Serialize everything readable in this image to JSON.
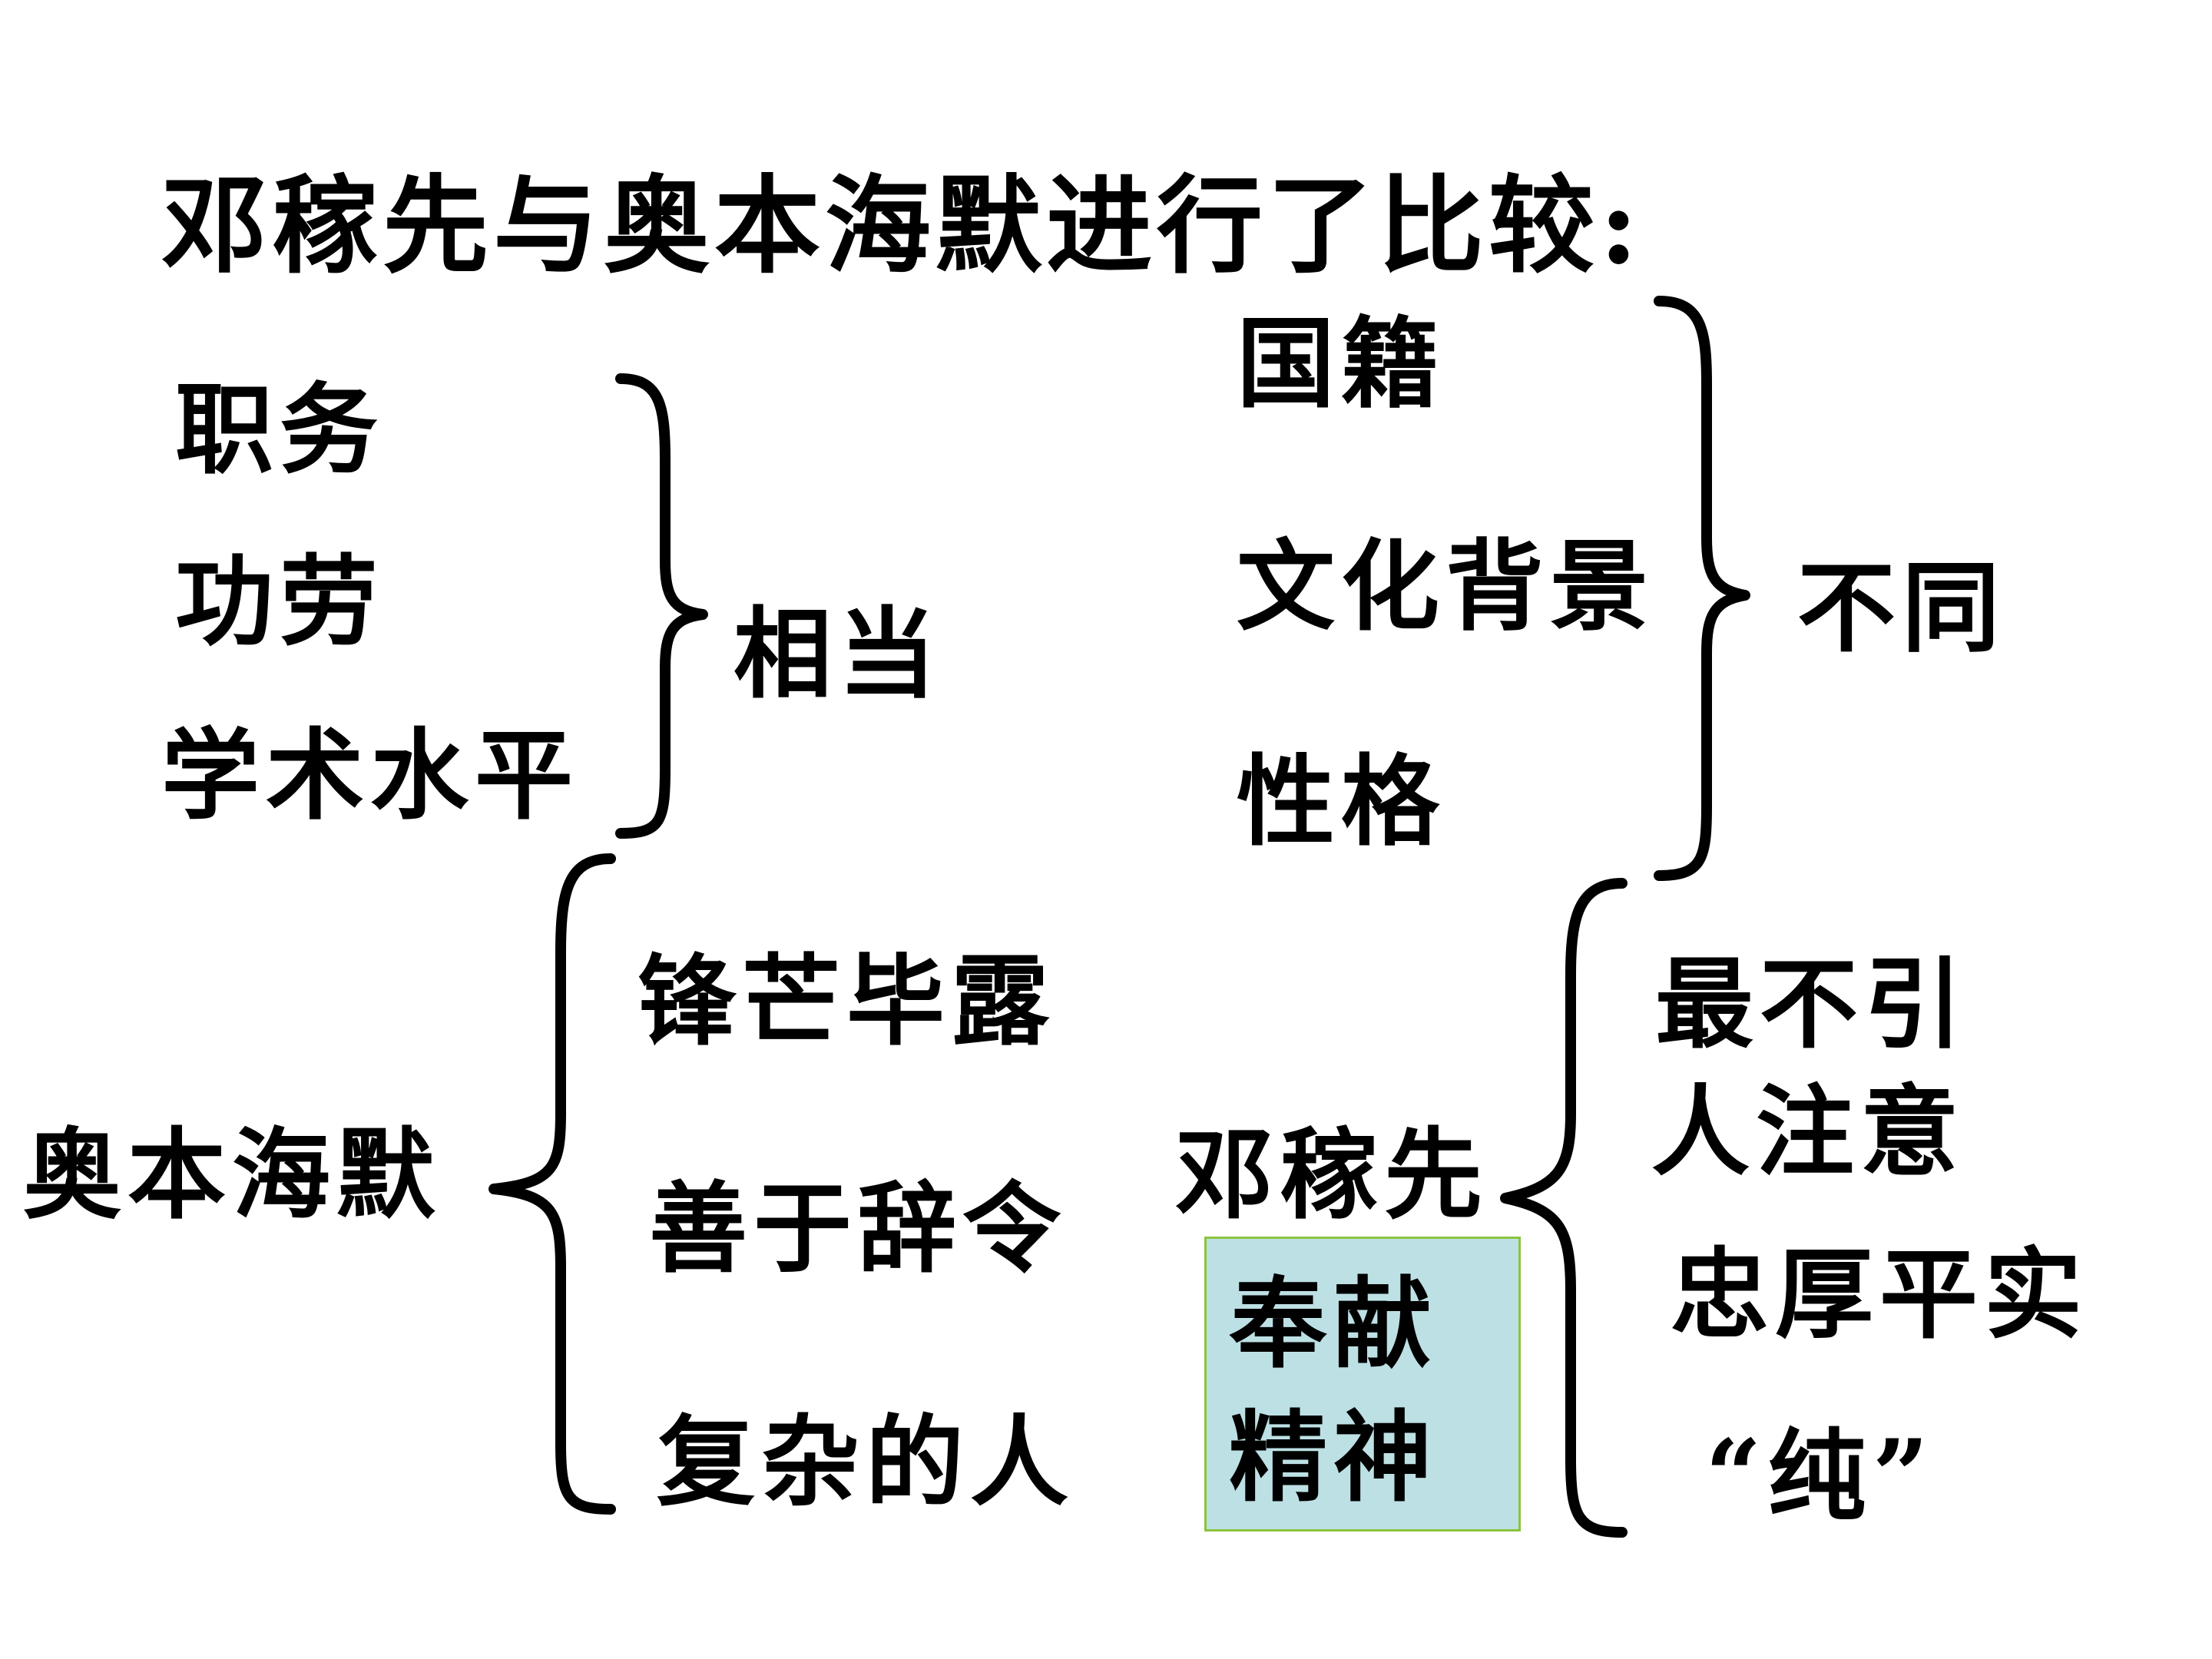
{
  "title": "邓稼先与奥本海默进行了比较:",
  "similar": {
    "items": [
      "职务",
      "功劳",
      "学术水平"
    ],
    "result": "相当"
  },
  "different": {
    "items": [
      "国籍",
      "文化背景",
      "性格"
    ],
    "result": "不同"
  },
  "oppenheimer": {
    "name": "奥本海默",
    "traits": [
      "锋芒毕露",
      "善于辞令",
      "复杂的人"
    ]
  },
  "deng": {
    "name": "邓稼先",
    "traits": [
      "最不引",
      "人注意",
      "忠厚平实",
      "“纯”"
    ],
    "highlight": [
      "奉献",
      "精神"
    ]
  },
  "colors": {
    "highlight_fill": "#bde0e4",
    "highlight_border": "#8cc43c"
  }
}
